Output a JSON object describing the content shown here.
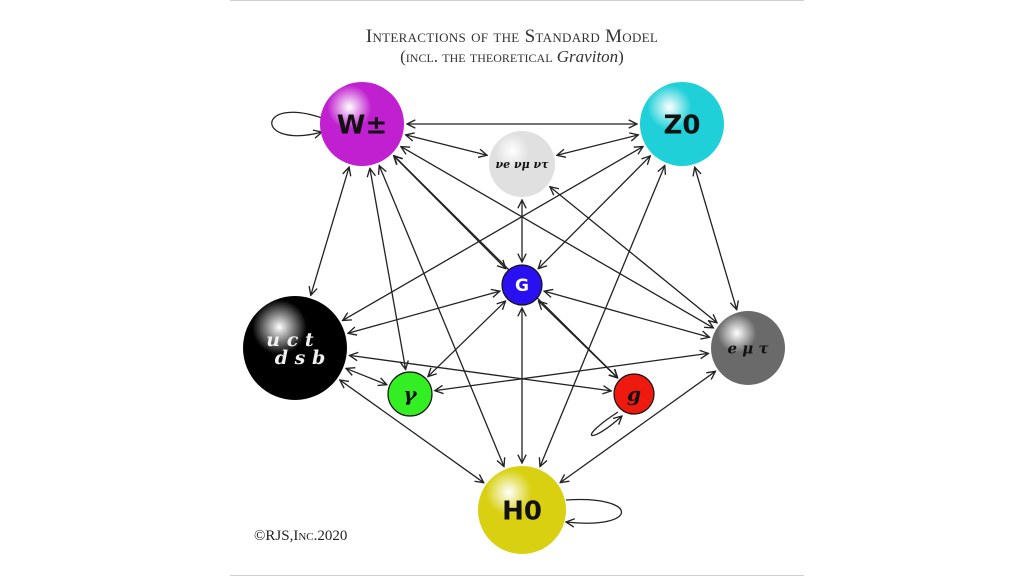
{
  "title": {
    "line1": "Interactions of the Standard Model",
    "line2_prefix": "(incl. the theoretical ",
    "line2_italic": "Graviton",
    "line2_suffix": ")"
  },
  "copyright": "©RJS,Inc.2020",
  "nodes": [
    {
      "id": "W",
      "label": "W±",
      "color": "#c020d0"
    },
    {
      "id": "Z",
      "label": "Z0",
      "color": "#20d0d8"
    },
    {
      "id": "nu",
      "label": "νe νμ ντ",
      "color": "#e0e0e0"
    },
    {
      "id": "G",
      "label": "G",
      "color": "#2a10f0"
    },
    {
      "id": "q",
      "label_line1": "u c t",
      "label_line2": "d s b",
      "color": "#000000"
    },
    {
      "id": "l",
      "label": "e μ τ",
      "color": "#6a6a6a"
    },
    {
      "id": "gamma",
      "label": "γ",
      "color": "#33ee22"
    },
    {
      "id": "g",
      "label": "g",
      "color": "#ee1a10"
    },
    {
      "id": "H",
      "label": "H0",
      "color": "#d8d010"
    }
  ],
  "edges": [
    [
      "W",
      "Z"
    ],
    [
      "W",
      "nu"
    ],
    [
      "nu",
      "Z"
    ],
    [
      "W",
      "q"
    ],
    [
      "W",
      "G"
    ],
    [
      "W",
      "gamma"
    ],
    [
      "W",
      "H"
    ],
    [
      "W",
      "l"
    ],
    [
      "W",
      "g"
    ],
    [
      "Z",
      "G"
    ],
    [
      "Z",
      "q"
    ],
    [
      "Z",
      "l"
    ],
    [
      "Z",
      "H"
    ],
    [
      "nu",
      "G"
    ],
    [
      "nu",
      "l"
    ],
    [
      "G",
      "q"
    ],
    [
      "G",
      "l"
    ],
    [
      "G",
      "gamma"
    ],
    [
      "G",
      "g"
    ],
    [
      "G",
      "H"
    ],
    [
      "q",
      "gamma"
    ],
    [
      "q",
      "g"
    ],
    [
      "q",
      "H"
    ],
    [
      "gamma",
      "l"
    ],
    [
      "l",
      "H"
    ]
  ],
  "self_loops": [
    "W",
    "g",
    "H"
  ]
}
